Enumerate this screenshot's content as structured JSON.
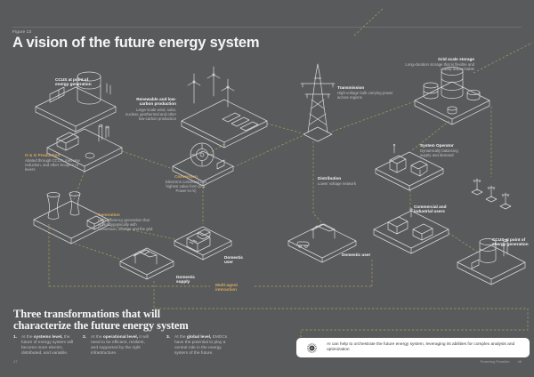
{
  "theme": {
    "background": "#595a5c",
    "line_art": "#d9dadc",
    "dash_line": "#b3a45c",
    "accent_title": "#dba85f",
    "callout_bg": "#ffffff"
  },
  "page": {
    "figure_label": "Figure 13",
    "title": "A vision of the future energy system",
    "footer_left_page": "47",
    "footer_brand": "Powering Possible",
    "footer_right_page": "48"
  },
  "nodes": {
    "ccus_left": {
      "title": "CCUS at point of energy generation"
    },
    "og_production": {
      "title": "O & G Production",
      "desc": "Abated through CCUS, methane reduction, and other Scope 1+2 levers"
    },
    "renewables": {
      "title": "Renewable and low-carbon production",
      "desc": "Large-scale wind, solar, nuclear, geothermal and other low-carbon production"
    },
    "conversion": {
      "title": "Conversion",
      "desc": "Electrons converted into highest value form (e.g. Power-to-X)"
    },
    "generation": {
      "title": "Generation",
      "desc": "High-efficiency generation that works dynamically with conversion, storage and the grid"
    },
    "transmission": {
      "title": "Transmission",
      "desc": "High-voltage bulk carrying power across regions"
    },
    "grid_storage": {
      "title": "Grid scale storage",
      "desc": "Long-duration storage that is flexible and readily dispatchable"
    },
    "system_operator": {
      "title": "System Operator",
      "desc": "Dynamically balancing supply and demand"
    },
    "distribution": {
      "title": "Distribution",
      "desc": "Lower voltage network"
    },
    "commercial": {
      "title": "Commercial and industrial users"
    },
    "domestic_user_right": {
      "title": "Domestic user"
    },
    "domestic_user_left": {
      "title": "Domestic user"
    },
    "domestic_supply": {
      "title": "Domestic supply"
    },
    "multi_agent": {
      "title": "Multi-agent interaction"
    },
    "ccus_right": {
      "title": "CCUS at point of energy generation"
    }
  },
  "transformations": {
    "heading": "Three transformations that will characterize the future energy system",
    "items": [
      {
        "num": "1.",
        "pre": "At the ",
        "bold": "systems level,",
        "post": " the future of energy system will become more electric, distributed, and variable."
      },
      {
        "num": "2.",
        "pre": "At the ",
        "bold": "operational level,",
        "post": " it will need to be efficient, resilient, and supported by the right infrastructure."
      },
      {
        "num": "3.",
        "pre": "At the ",
        "bold": "global level,",
        "post": " EMDCs have the potential to play a central role in the energy system of the future."
      }
    ]
  },
  "callout": {
    "icon": "ai-chip-icon",
    "text": "AI can help to orchestrate the future energy system, leveraging its abilities for complex analysis and optimization"
  }
}
